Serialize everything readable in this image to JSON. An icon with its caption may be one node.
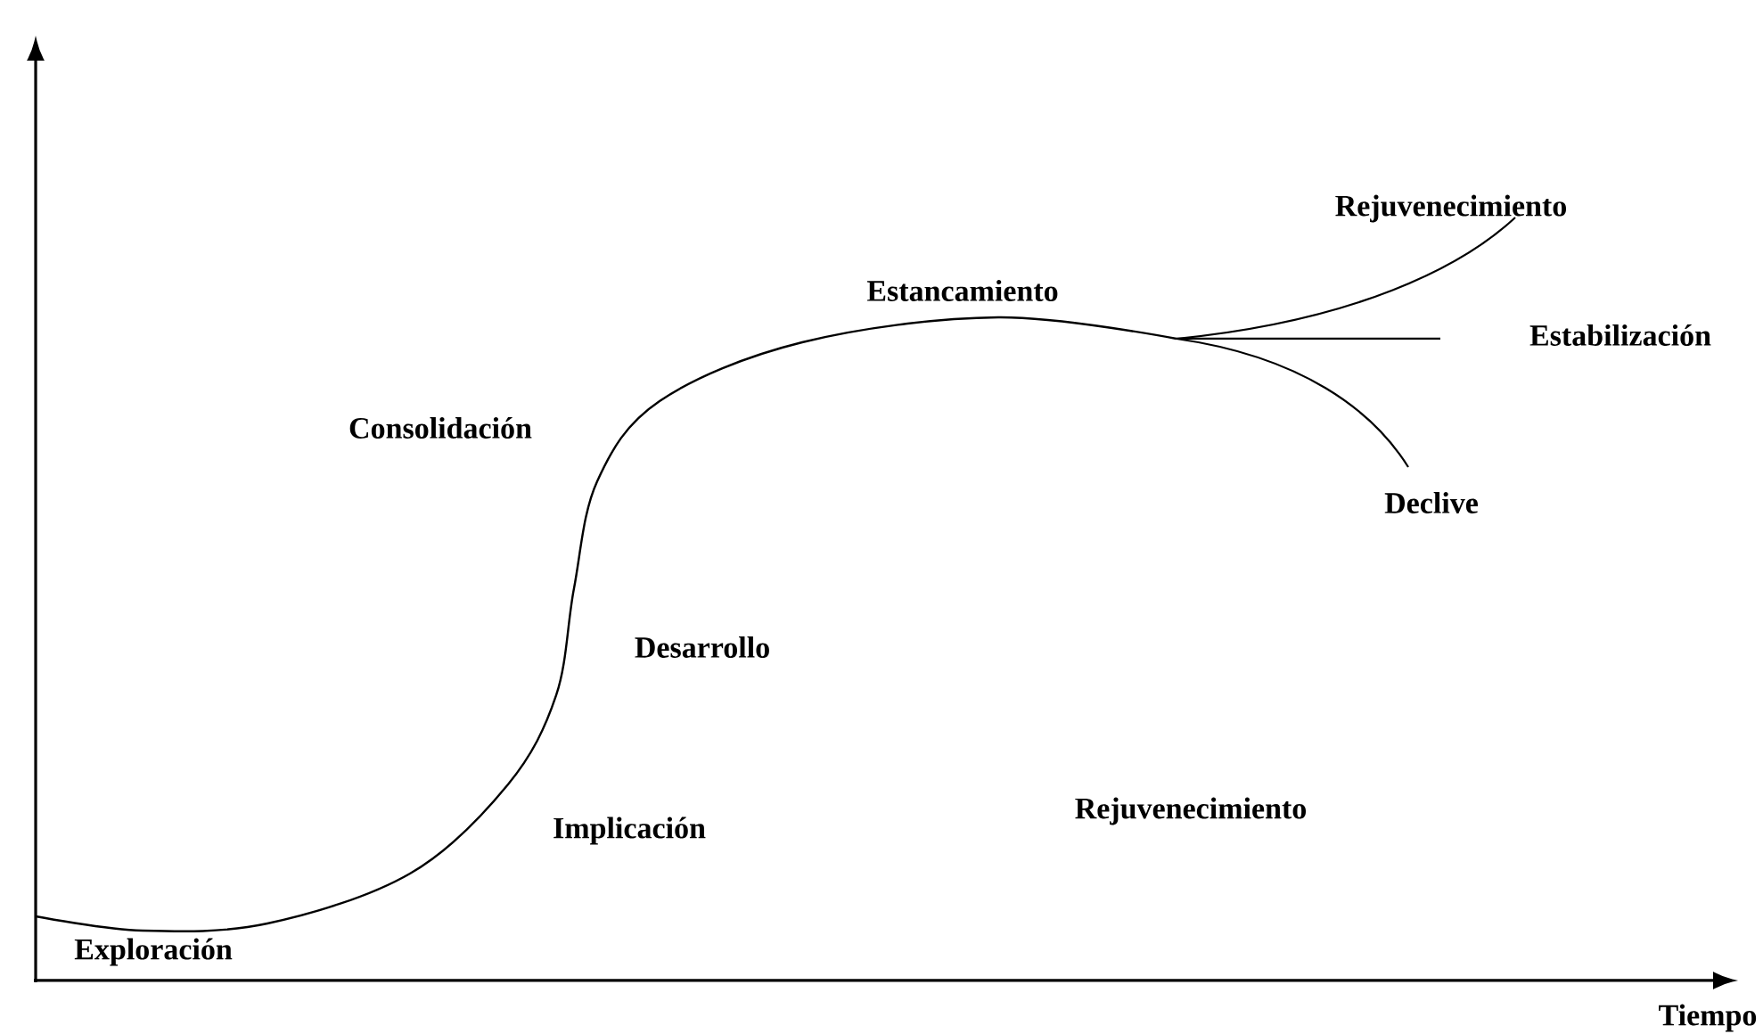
{
  "diagram": {
    "labels": [
      "Rejuvenecimiento",
      "Estancamiento",
      "Estabilización",
      "Consolidación",
      "Declive",
      "Desarrollo",
      "Implicación",
      "Rejuvenecimiento",
      "Exploración",
      "Tiempo"
    ]
  }
}
